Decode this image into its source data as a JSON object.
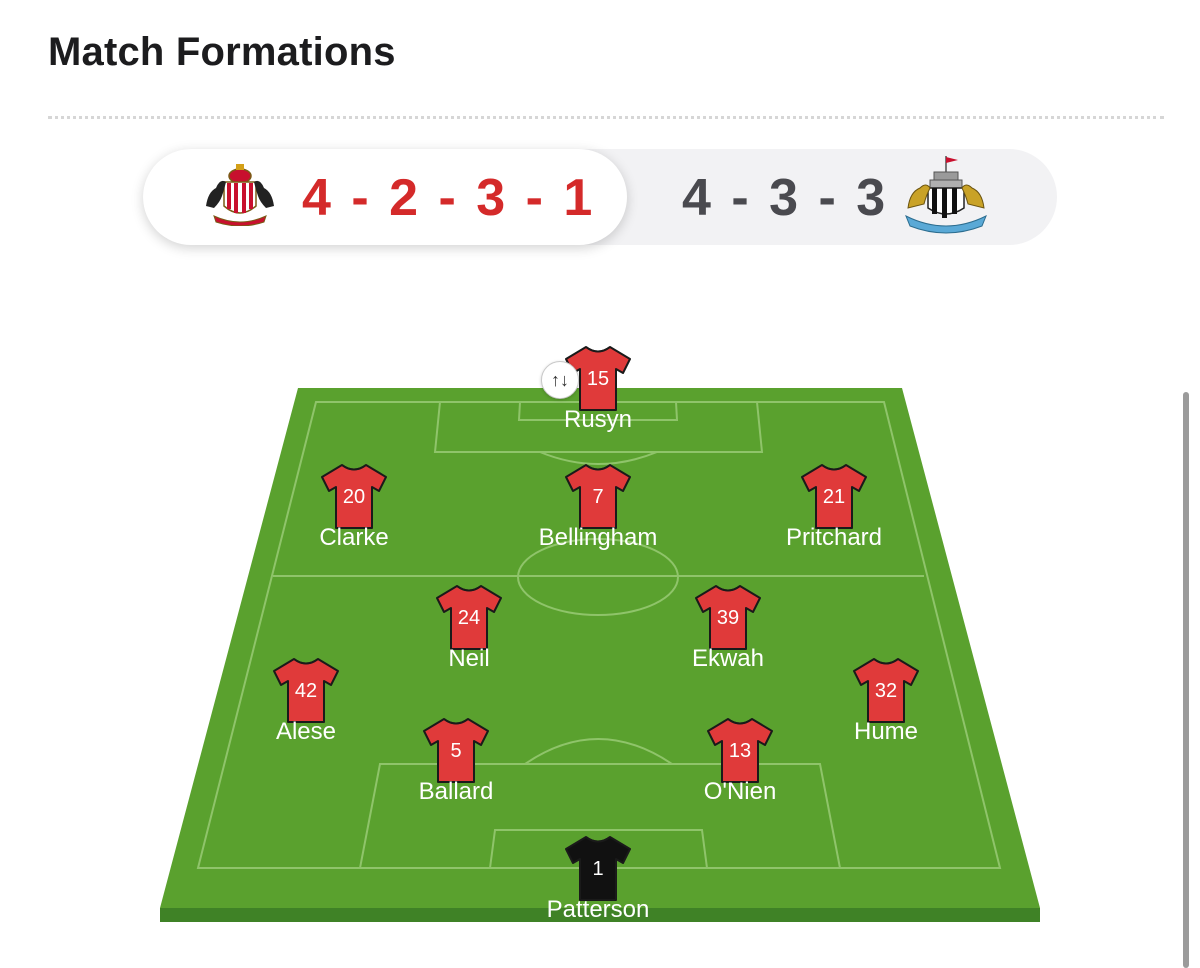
{
  "header": {
    "title": "Match Formations"
  },
  "formations": {
    "home": {
      "formation": "4 - 2 - 3 - 1",
      "color": "#d42a2a",
      "selected": true,
      "crest_icon": "sunderland-crest-icon"
    },
    "away": {
      "formation": "4 - 3 - 3",
      "color": "#4a4a4f",
      "selected": false,
      "crest_icon": "newcastle-crest-icon"
    }
  },
  "controls": {
    "swap_icon": "swap-arrows-icon",
    "swap_glyph": "↑↓"
  },
  "colors": {
    "pitch": "#5aa12e",
    "pitch_edge": "#3f8226",
    "shirt": "#e03a3a",
    "keeper_shirt": "#111111"
  },
  "players": [
    {
      "number": "15",
      "name": "Rusyn",
      "role": "striker",
      "kit": "outfield"
    },
    {
      "number": "20",
      "name": "Clarke",
      "role": "left-wing",
      "kit": "outfield"
    },
    {
      "number": "7",
      "name": "Bellingham",
      "role": "attacking-mid",
      "kit": "outfield"
    },
    {
      "number": "21",
      "name": "Pritchard",
      "role": "right-wing",
      "kit": "outfield"
    },
    {
      "number": "24",
      "name": "Neil",
      "role": "defensive-mid",
      "kit": "outfield"
    },
    {
      "number": "39",
      "name": "Ekwah",
      "role": "defensive-mid",
      "kit": "outfield"
    },
    {
      "number": "42",
      "name": "Alese",
      "role": "left-back",
      "kit": "outfield"
    },
    {
      "number": "32",
      "name": "Hume",
      "role": "right-back",
      "kit": "outfield"
    },
    {
      "number": "5",
      "name": "Ballard",
      "role": "centre-back",
      "kit": "outfield"
    },
    {
      "number": "13",
      "name": "O'Nien",
      "role": "centre-back",
      "kit": "outfield"
    },
    {
      "number": "1",
      "name": "Patterson",
      "role": "goalkeeper",
      "kit": "goalkeeper"
    }
  ]
}
